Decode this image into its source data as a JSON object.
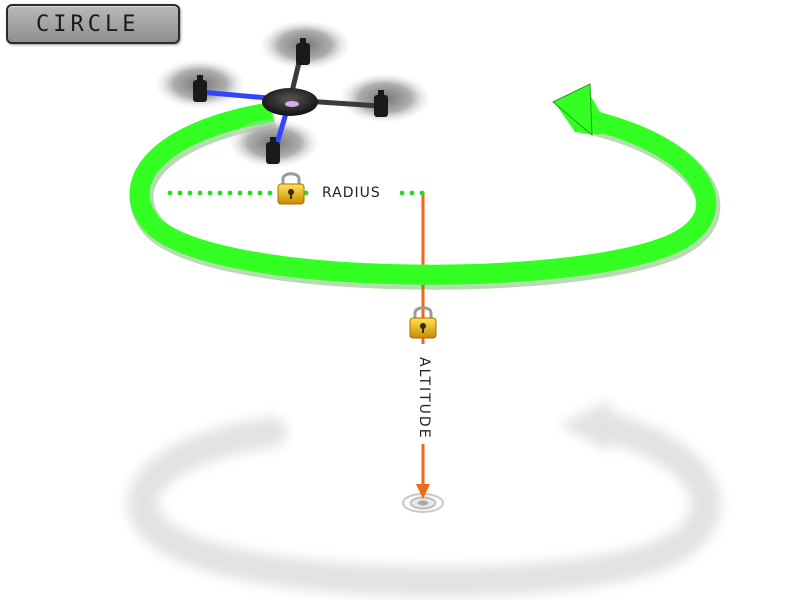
{
  "mode": {
    "label": "CIRCLE"
  },
  "labels": {
    "radius": "RADIUS",
    "altitude": "ALTITUDE"
  },
  "colors": {
    "orbit": "#33ff22",
    "orbit_shadow": "#e4e4e4",
    "radius_line": "#22dd22",
    "altitude_line": "#ee6a1a",
    "drone_arm": "#3a3a3a",
    "drone_arm_front": "#3344ff",
    "lock": "#f2c200"
  },
  "icons": [
    "quadcopter-icon",
    "lock-icon",
    "curved-arrow-icon",
    "target-icon"
  ]
}
